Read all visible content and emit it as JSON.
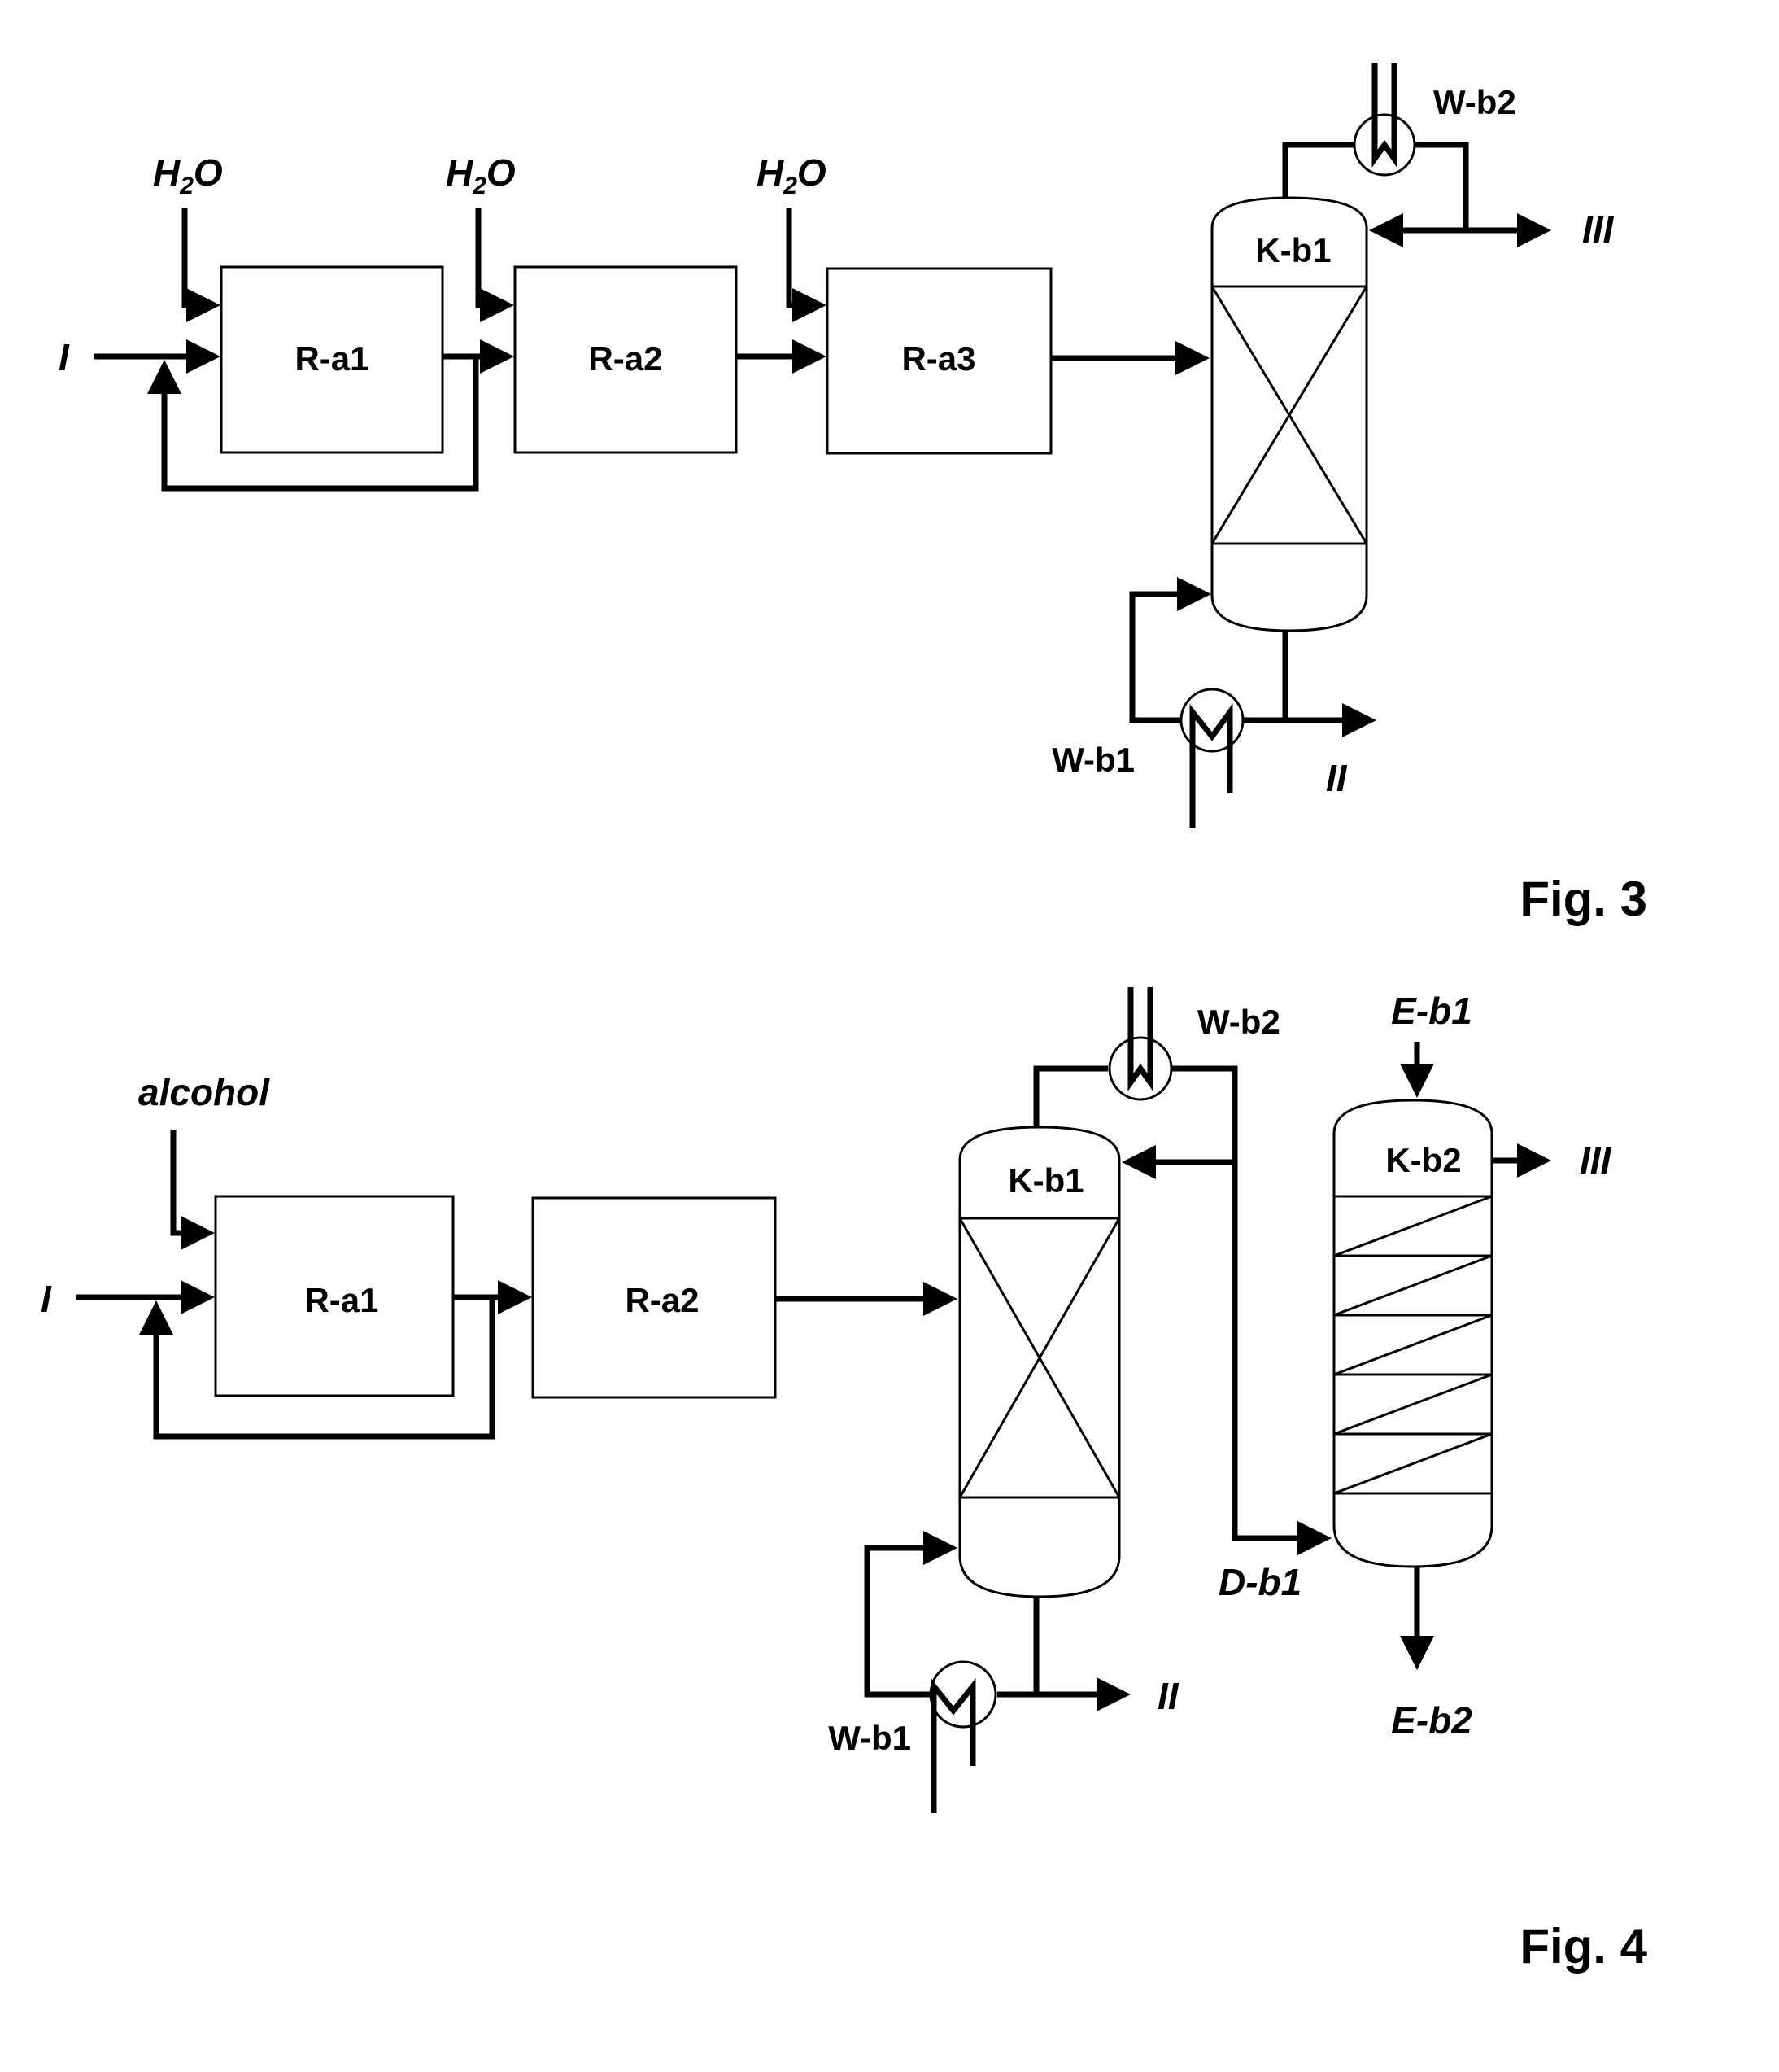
{
  "fig3": {
    "water_1": "H2O",
    "water_2": "H2O",
    "water_3": "H2O",
    "reactor_1": "R-a1",
    "reactor_2": "R-a2",
    "reactor_3": "R-a3",
    "column": "K-b1",
    "condenser": "W-b2",
    "reboiler": "W-b1",
    "feed": "I",
    "bottoms": "II",
    "distillate": "III",
    "caption": "Fig. 3"
  },
  "fig4": {
    "alcohol": "alcohol",
    "reactor_1": "R-a1",
    "reactor_2": "R-a2",
    "column_1": "K-b1",
    "column_2": "K-b2",
    "condenser": "W-b2",
    "reboiler": "W-b1",
    "feed": "I",
    "bottoms": "II",
    "product": "III",
    "extractant_in": "E-b1",
    "extractant_out": "E-b2",
    "distillate_stream": "D-b1",
    "caption": "Fig. 4"
  }
}
